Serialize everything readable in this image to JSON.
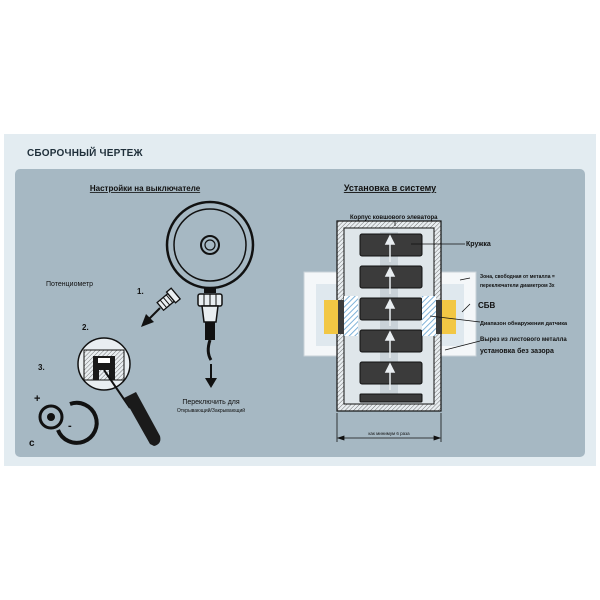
{
  "header": {
    "title": "СБОРОЧНЫЙ ЧЕРТЕЖ"
  },
  "left": {
    "heading": "Настройки на выключателе",
    "potentiometer_label": "Потенциометр",
    "steps": [
      "1.",
      "2.",
      "3."
    ],
    "plus_sign": "+",
    "minus_sign": "-",
    "c_label": "c",
    "switch_label": "Переключить для",
    "switch_sublabel": "Открывающий/Закрывающий"
  },
  "right": {
    "heading": "Установка в систему",
    "housing_label": "Корпус ковшового элеватора",
    "cup_label": "Кружка",
    "zone_label_1": "Зона, свободная от металла =",
    "zone_label_2": "переключатели диаметром 3x",
    "sbv_label": "СБВ",
    "range_label": "Диапазон обнаружения датчика",
    "cutout_label_1": "Вырез из листового металла",
    "cutout_label_2": "установка без зазора",
    "dimension_label": "как минимум 6 раза"
  },
  "colors": {
    "panel": "#a6b8c3",
    "frame": "#e3ecf1",
    "dark": "#1a1a1a",
    "cup": "#3b3b3b",
    "sensor": "#f2c744",
    "hatch": "#7fb3d9"
  }
}
